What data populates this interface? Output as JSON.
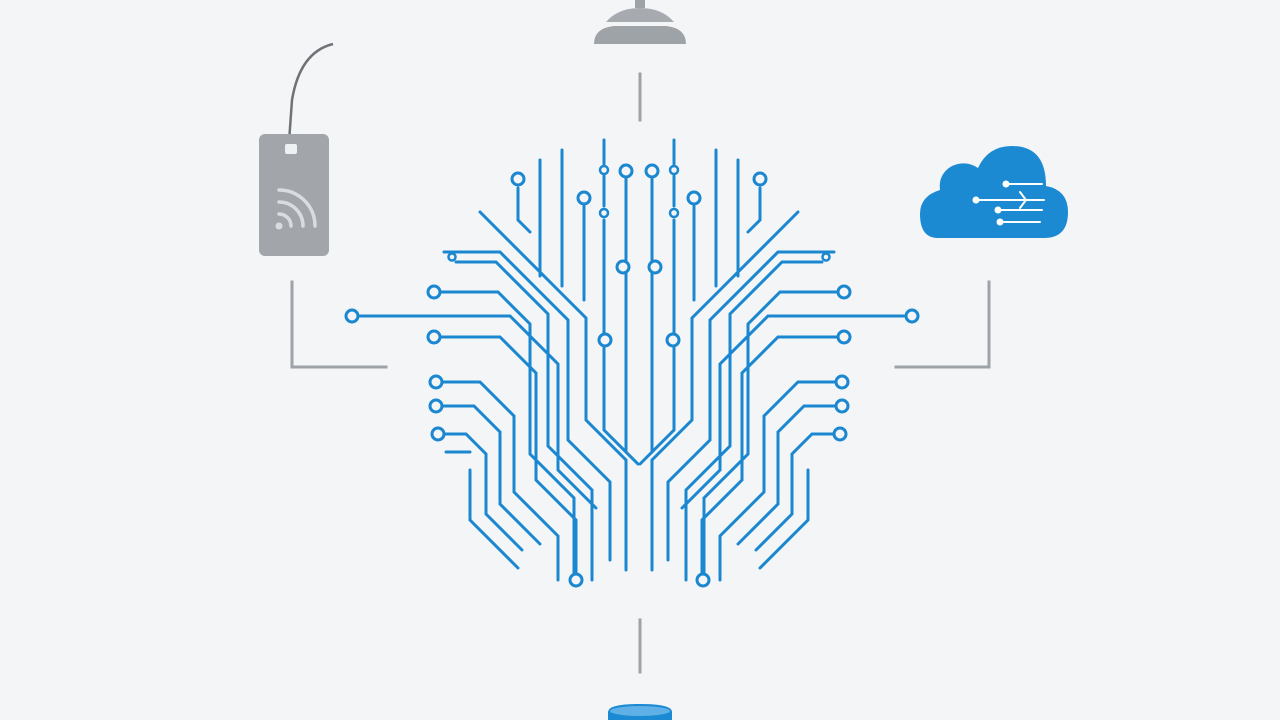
{
  "diagram": {
    "center": {
      "kind": "circuit-brain",
      "name": "ai-core"
    },
    "peripherals": [
      {
        "name": "rfid-tag",
        "icon": "rfid-tag-icon",
        "position": "left"
      },
      {
        "name": "sensor",
        "icon": "sensor-dome-icon",
        "position": "top"
      },
      {
        "name": "cloud",
        "icon": "cloud-data-icon",
        "position": "right"
      },
      {
        "name": "database",
        "icon": "database-icon",
        "position": "bottom"
      }
    ]
  },
  "colors": {
    "background": "#f3f5f7",
    "circuit": "#1a87d0",
    "cloud": "#1b8ad3",
    "device_gray": "#9ea3a8",
    "connector_gray": "#9ea3a8"
  }
}
